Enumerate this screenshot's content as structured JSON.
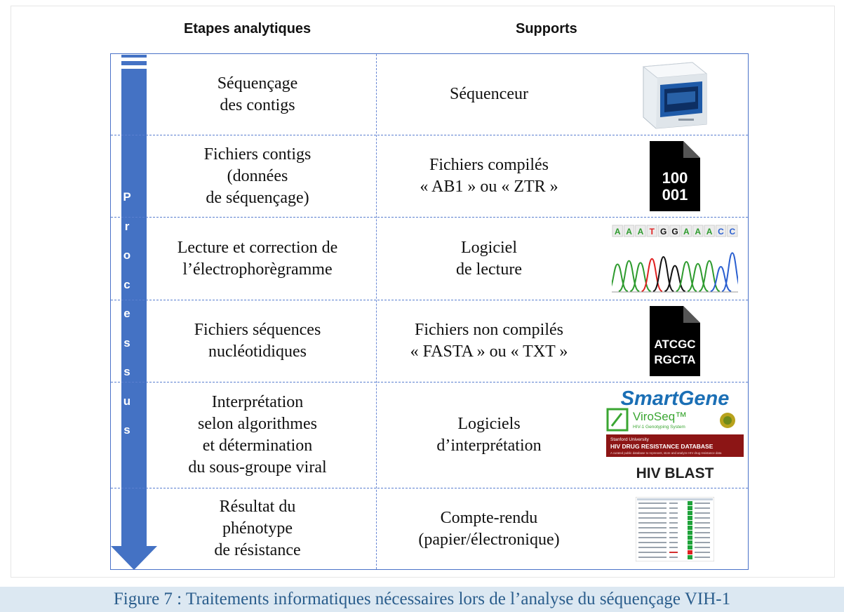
{
  "headers": {
    "steps": "Etapes analytiques",
    "supports": "Supports"
  },
  "process_label": [
    "P",
    "r",
    "o",
    "c",
    "e",
    "s",
    "s",
    "u",
    "s"
  ],
  "rows": [
    {
      "step": "Séquençage\ndes contigs",
      "support": "Séquenceur",
      "icon": "sequencer-machine-icon"
    },
    {
      "step": "Fichiers contigs\n(données\nde séquençage)",
      "support": "Fichiers compilés\n« AB1 » ou « ZTR »",
      "icon": "binary-file-icon",
      "icon_text": [
        "100",
        "001"
      ]
    },
    {
      "step": "Lecture et correction de\nl’électrophorègramme",
      "support": "Logiciel\nde lecture",
      "icon": "chromatogram-icon",
      "bases": [
        "A",
        "A",
        "A",
        "T",
        "G",
        "G",
        "A",
        "A",
        "A",
        "C",
        "C"
      ]
    },
    {
      "step": "Fichiers séquences\nnucléotidiques",
      "support": "Fichiers non compilés\n« FASTA » ou « TXT »",
      "icon": "sequence-file-icon",
      "icon_text": [
        "ATCGC",
        "RGCTA"
      ]
    },
    {
      "step": "Interprétation\nselon algorithmes\net détermination\ndu sous-groupe viral",
      "support": "Logiciels\nd’interprétation",
      "icon": "software-logos",
      "logos": {
        "smartgene": "SmartGene",
        "viroseq": "ViroSeq™",
        "viroseq_sub": "HIV-1 Genotyping System",
        "stanford_top": "Stanford University",
        "stanford_title": "HIV DRUG RESISTANCE DATABASE",
        "stanford_sub": "A curated public database to represent, store and analyze HIV drug resistance data",
        "hivblast": "HIV BLAST"
      }
    },
    {
      "step": "Résultat du\nphénotype\nde résistance",
      "support": "Compte-rendu\n(papier/électronique)",
      "icon": "report-thumbnail-icon"
    }
  ],
  "caption": "Figure 7 : Traitements informatiques nécessaires lors de l’analyse du séquençage VIH-1",
  "colors": {
    "arrow": "#4472c4",
    "border": "#4a72c8",
    "caption_bg": "#dce8f2",
    "caption_text": "#2a5d8c",
    "smartgene": "#1b6fb5",
    "viroseq": "#3aa632",
    "stanford": "#8c1515"
  }
}
